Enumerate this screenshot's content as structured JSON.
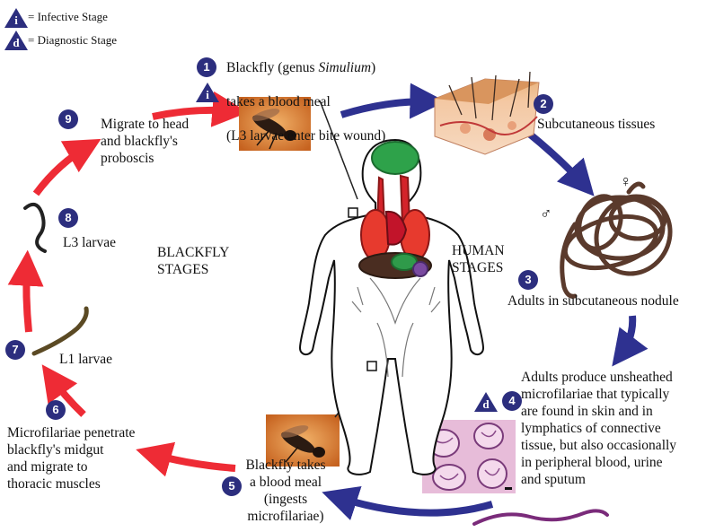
{
  "legend": {
    "infective_symbol": "i",
    "infective_label": "= Infective Stage",
    "diagnostic_symbol": "d",
    "diagnostic_label": "= Diagnostic Stage"
  },
  "stages": [
    {
      "number": "1",
      "line1_prefix": "Blackfly (genus ",
      "line1_italic": "Simulium",
      "line1_suffix": ")",
      "line2": "takes a blood meal",
      "line3": "(L3 larvae enter bite wound)"
    },
    {
      "number": "2",
      "text": "Subcutaneous tissues"
    },
    {
      "number": "3",
      "text": "Adults in subcutaneous nodule"
    },
    {
      "number": "4",
      "text": "Adults produce unsheathed\nmicrofilariae that typically\nare found in skin and in\nlymphatics of connective\ntissue, but also occasionally\nin peripheral blood, urine\nand sputum"
    },
    {
      "number": "5",
      "text": "Blackfly takes\na blood meal\n(ingests microfilariae)"
    },
    {
      "number": "6",
      "text": "Microfilariae penetrate\nblackfly's midgut\nand migrate to\nthoracic muscles"
    },
    {
      "number": "7",
      "text": "L1 larvae"
    },
    {
      "number": "8",
      "text": "L3 larvae"
    },
    {
      "number": "9",
      "text": "Migrate to head\nand blackfly's\nproboscis"
    }
  ],
  "regions": {
    "blackfly": "BLACKFLY\nSTAGES",
    "human": "HUMAN\nSTAGES"
  },
  "symbols": {
    "male": "♂",
    "female": "♀"
  },
  "colors": {
    "badge": "#2c2e7e",
    "human_arrow": "#2e3190",
    "blackfly_arrow": "#ee2b35",
    "worm": "#5a3a2c"
  }
}
